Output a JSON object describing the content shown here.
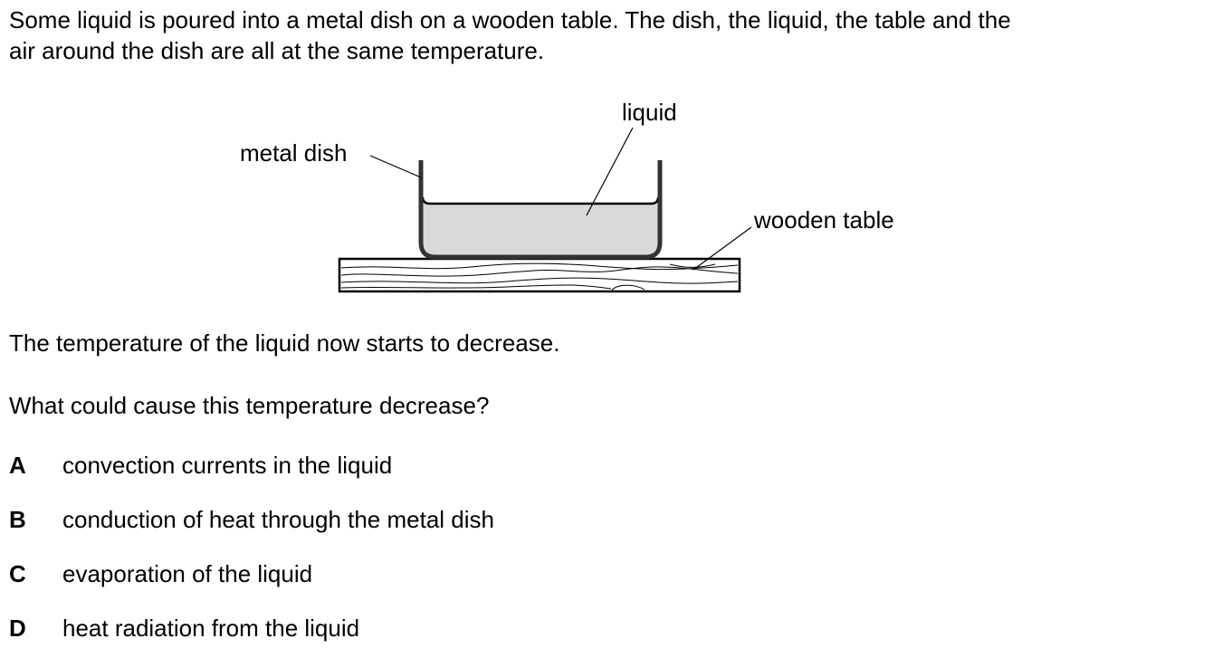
{
  "intro": {
    "line1": "Some liquid is poured into a metal dish on a wooden table. The dish, the liquid, the table and the",
    "line2": "air around the dish are all at the same temperature."
  },
  "diagram": {
    "labels": {
      "liquid": "liquid",
      "metal_dish": "metal dish",
      "wooden_table": "wooden table"
    },
    "colors": {
      "liquid_fill": "#d9d9d9",
      "line": "#000000",
      "dish_wall": "#333333"
    }
  },
  "statement": "The temperature of the liquid now starts to decrease.",
  "question": "What could cause this temperature decrease?",
  "options": [
    {
      "letter": "A",
      "text": "convection currents in the liquid"
    },
    {
      "letter": "B",
      "text": "conduction of heat through the metal dish"
    },
    {
      "letter": "C",
      "text": "evaporation of the liquid"
    },
    {
      "letter": "D",
      "text": "heat radiation from the liquid"
    }
  ]
}
